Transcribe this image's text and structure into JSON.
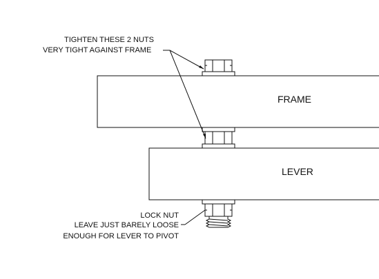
{
  "labels": {
    "frame": "FRAME",
    "lever": "LEVER"
  },
  "notes": {
    "top_line1": "TIGHTEN THESE 2 NUTS",
    "top_line2": "VERY TIGHT AGAINST FRAME",
    "lock_line1": "LOCK NUT",
    "lock_line2": "LEAVE JUST BARELY LOOSE",
    "lock_line3": "ENOUGH FOR LEVER TO PIVOT"
  }
}
